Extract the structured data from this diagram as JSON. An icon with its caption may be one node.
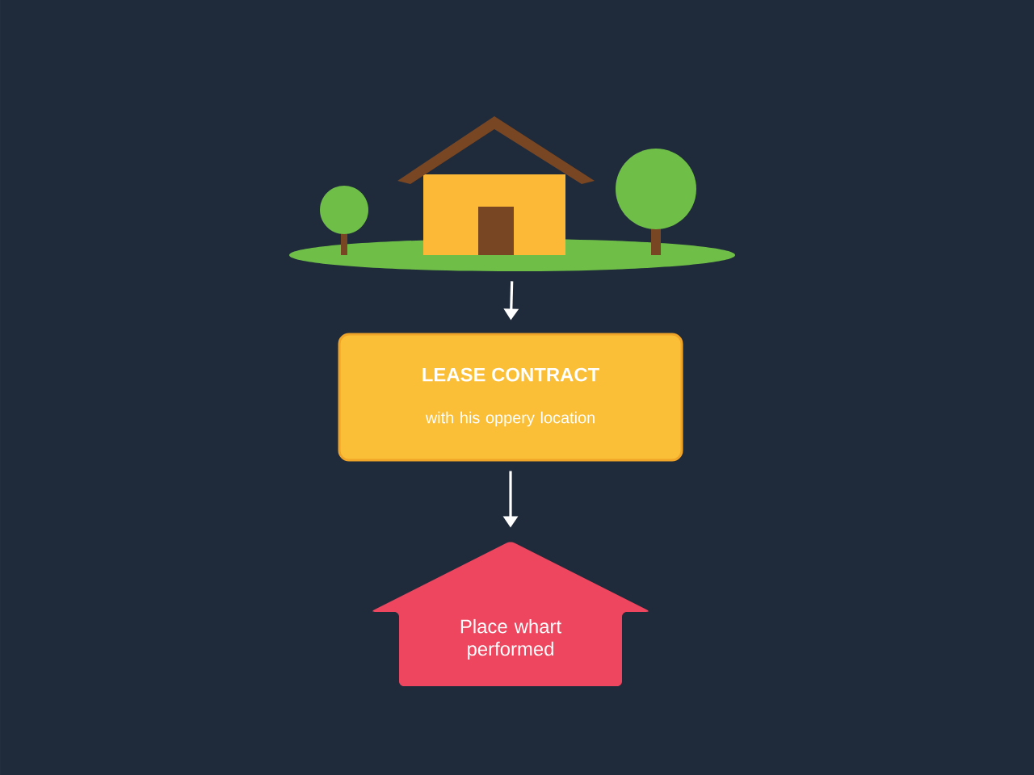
{
  "diagram": {
    "nodes": [
      {
        "text": [],
        "shape": "picture"
      },
      {
        "text": [
          "LEASE CONTRACT",
          "with his oppery location"
        ]
      },
      {
        "text": [
          "Place whart performed"
        ]
      }
    ],
    "edges": [
      {
        "from": 0,
        "to": 1,
        "arrow": "to"
      },
      {
        "from": 1,
        "to": 2,
        "arrow": "to"
      }
    ]
  }
}
